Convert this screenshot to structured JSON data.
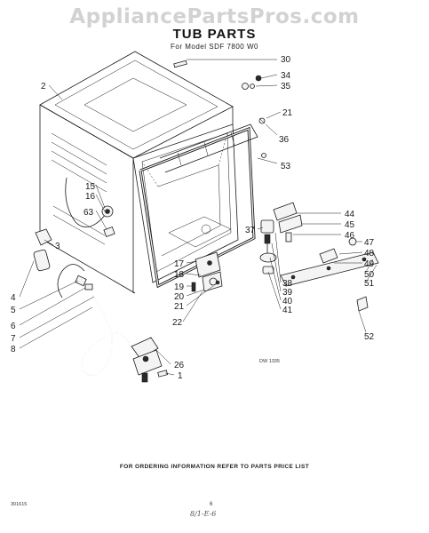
{
  "watermark": "AppliancePartsPros.com",
  "title": "TUB PARTS",
  "subtitle": "For Model SDF 7800 W0",
  "drawing_ref": "DW 1335",
  "footer": "FOR ORDERING INFORMATION REFER TO PARTS PRICE LIST",
  "page_id": "301615",
  "page_number": "6",
  "handwritten_note": "8/1-E-6",
  "callouts": [
    "30",
    "34",
    "35",
    "2",
    "21",
    "36",
    "53",
    "15",
    "16",
    "63",
    "3",
    "44",
    "45",
    "46",
    "37",
    "47",
    "48",
    "49",
    "50",
    "51",
    "17",
    "18",
    "19",
    "20",
    "21",
    "38",
    "39",
    "40",
    "41",
    "22",
    "4",
    "5",
    "6",
    "7",
    "8",
    "52",
    "26",
    "1"
  ]
}
